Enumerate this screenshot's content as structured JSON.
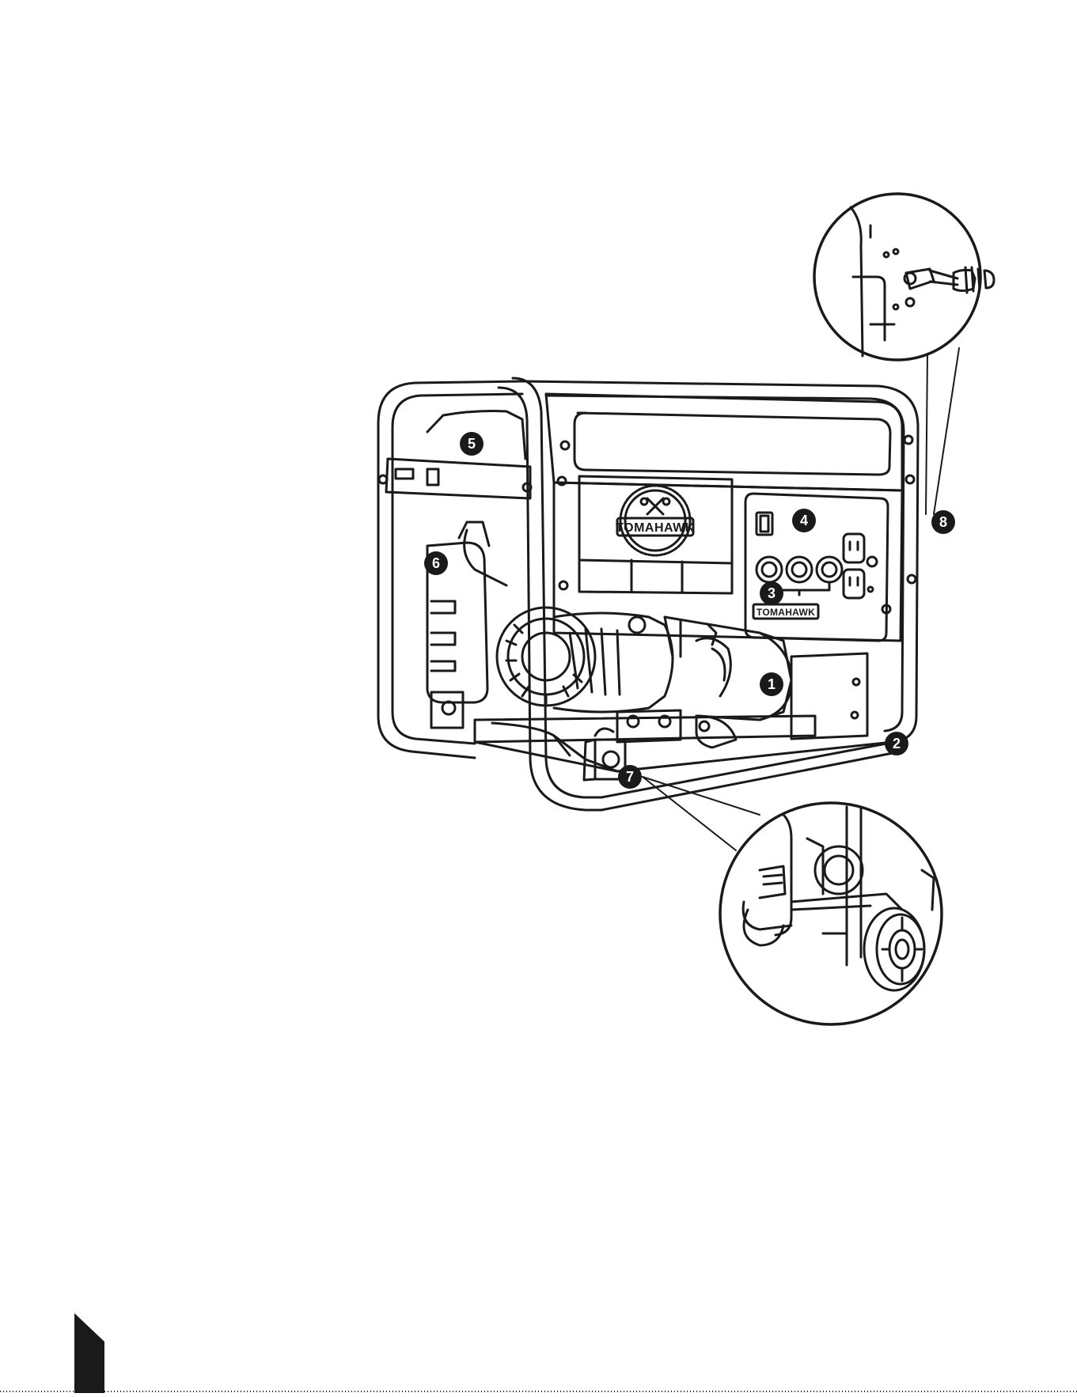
{
  "brand": {
    "logo_text": "TOMAHAWK",
    "panel_label": "TOMAHAWK"
  },
  "callouts": [
    {
      "id": "1",
      "label": "1"
    },
    {
      "id": "2",
      "label": "2"
    },
    {
      "id": "3",
      "label": "3"
    },
    {
      "id": "4",
      "label": "4"
    },
    {
      "id": "5",
      "label": "5"
    },
    {
      "id": "6",
      "label": "6"
    },
    {
      "id": "7",
      "label": "7"
    },
    {
      "id": "8",
      "label": "8"
    }
  ],
  "insets": {
    "top_detail": "pull-handle-detail",
    "bottom_detail": "wheel-kit-detail"
  },
  "colors": {
    "line": "#1a1a1a",
    "background": "#ffffff",
    "badge": "#1a1a1a"
  }
}
